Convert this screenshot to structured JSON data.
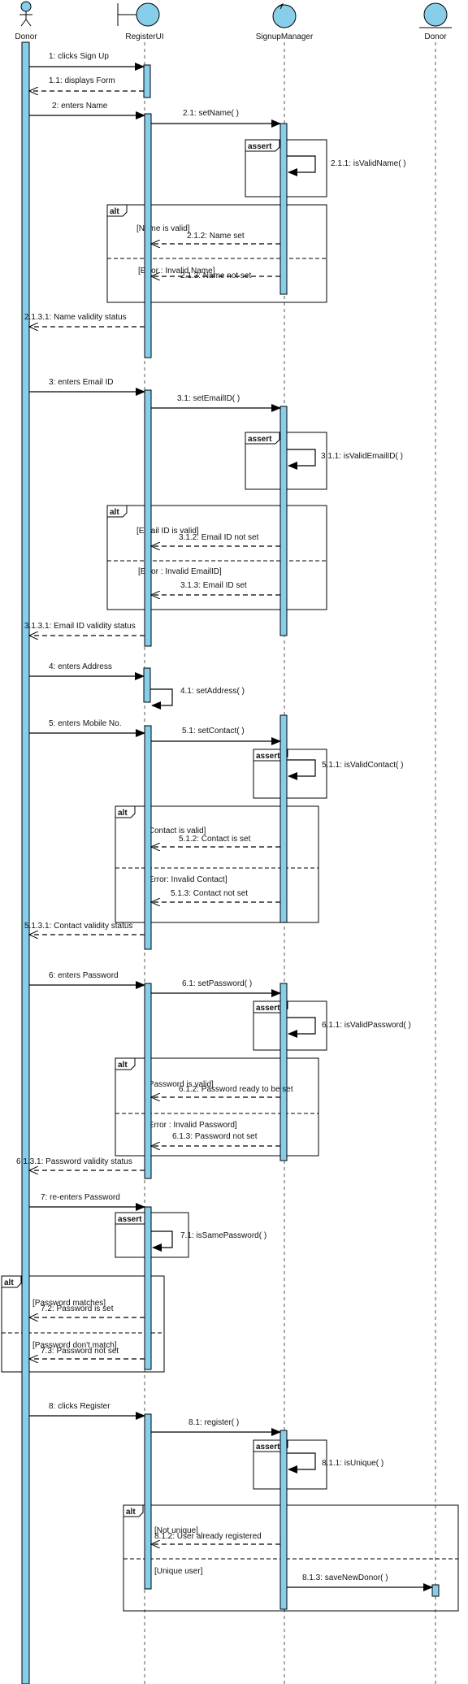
{
  "lifelines": [
    {
      "name": "Donor",
      "kind": "actor"
    },
    {
      "name": "RegisterUI",
      "kind": "boundary"
    },
    {
      "name": "SignupManager",
      "kind": "control"
    },
    {
      "name": "Donor",
      "kind": "entity"
    }
  ],
  "messages": [
    {
      "label": "1: clicks Sign Up",
      "from": 0,
      "to": 1,
      "type": "sync"
    },
    {
      "label": "1.1: displays Form",
      "from": 1,
      "to": 0,
      "type": "return"
    },
    {
      "label": "2: enters Name",
      "from": 0,
      "to": 1,
      "type": "sync"
    },
    {
      "label": "2.1: setName( )",
      "from": 1,
      "to": 2,
      "type": "sync"
    },
    {
      "label": "2.1.1: isValidName( )",
      "from": 2,
      "to": 2,
      "type": "self"
    },
    {
      "label": "2.1.2: Name set",
      "from": 2,
      "to": 1,
      "type": "return"
    },
    {
      "label": "2.1.3: Name not set",
      "from": 2,
      "to": 1,
      "type": "return"
    },
    {
      "label": "2.1.3.1: Name validity status",
      "from": 1,
      "to": 0,
      "type": "return"
    },
    {
      "label": "3: enters Email ID",
      "from": 0,
      "to": 1,
      "type": "sync"
    },
    {
      "label": "3.1: setEmailID( )",
      "from": 1,
      "to": 2,
      "type": "sync"
    },
    {
      "label": "3.1.1: isValidEmailID( )",
      "from": 2,
      "to": 2,
      "type": "self"
    },
    {
      "label": "3.1.2: Email ID not set",
      "from": 2,
      "to": 1,
      "type": "return"
    },
    {
      "label": "3.1.3: Email ID set",
      "from": 2,
      "to": 1,
      "type": "return"
    },
    {
      "label": "3.1.3.1: Email ID validity status",
      "from": 1,
      "to": 0,
      "type": "return"
    },
    {
      "label": "4: enters Address",
      "from": 0,
      "to": 1,
      "type": "sync"
    },
    {
      "label": "4.1: setAddress( )",
      "from": 1,
      "to": 1,
      "type": "self"
    },
    {
      "label": "5: enters Mobile No.",
      "from": 0,
      "to": 1,
      "type": "sync"
    },
    {
      "label": "5.1: setContact( )",
      "from": 1,
      "to": 2,
      "type": "sync"
    },
    {
      "label": "5.1.1: isValidContact( )",
      "from": 2,
      "to": 2,
      "type": "self"
    },
    {
      "label": "5.1.2: Contact is set",
      "from": 2,
      "to": 1,
      "type": "return"
    },
    {
      "label": "5.1.3: Contact not set",
      "from": 2,
      "to": 1,
      "type": "return"
    },
    {
      "label": "5.1.3.1: Contact validity status",
      "from": 1,
      "to": 0,
      "type": "return"
    },
    {
      "label": "6: enters Password",
      "from": 0,
      "to": 1,
      "type": "sync"
    },
    {
      "label": "6.1: setPassword( )",
      "from": 1,
      "to": 2,
      "type": "sync"
    },
    {
      "label": "6.1.1: isValidPassword( )",
      "from": 2,
      "to": 2,
      "type": "self"
    },
    {
      "label": "6.1.2: Password ready to be set",
      "from": 2,
      "to": 1,
      "type": "return"
    },
    {
      "label": "6.1.3: Password not set",
      "from": 2,
      "to": 1,
      "type": "return"
    },
    {
      "label": "6.1.3.1: Password validity status",
      "from": 1,
      "to": 0,
      "type": "return"
    },
    {
      "label": "7: re-enters Password",
      "from": 0,
      "to": 1,
      "type": "sync"
    },
    {
      "label": "7.1: isSamePassword( )",
      "from": 1,
      "to": 1,
      "type": "self"
    },
    {
      "label": "7.2: Password is set",
      "from": 1,
      "to": 0,
      "type": "return"
    },
    {
      "label": "7.3: Password not set",
      "from": 1,
      "to": 0,
      "type": "return"
    },
    {
      "label": "8: clicks Register",
      "from": 0,
      "to": 1,
      "type": "sync"
    },
    {
      "label": "8.1: register( )",
      "from": 1,
      "to": 2,
      "type": "sync"
    },
    {
      "label": "8.1.1: isUnique( )",
      "from": 2,
      "to": 2,
      "type": "self"
    },
    {
      "label": "8.1.2: User already registered",
      "from": 2,
      "to": 1,
      "type": "return"
    },
    {
      "label": "8.1.3: saveNewDonor( )",
      "from": 2,
      "to": 3,
      "type": "sync"
    }
  ],
  "fragments": [
    {
      "operator": "assert",
      "guards": []
    },
    {
      "operator": "alt",
      "guards": [
        "[Name is valid]",
        "[Error : Invalid Name]"
      ]
    },
    {
      "operator": "assert",
      "guards": []
    },
    {
      "operator": "alt",
      "guards": [
        "[Email ID is valid]",
        "[Error : Invalid EmailID]"
      ]
    },
    {
      "operator": "assert",
      "guards": []
    },
    {
      "operator": "alt",
      "guards": [
        "[Contact is valid]",
        "[Error: Invalid Contact]"
      ]
    },
    {
      "operator": "assert",
      "guards": []
    },
    {
      "operator": "alt",
      "guards": [
        "[Password is valid]",
        "[Error : Invalid Password]"
      ]
    },
    {
      "operator": "assert",
      "guards": []
    },
    {
      "operator": "alt",
      "guards": [
        "[Password matches]",
        "[Password don't match]"
      ]
    },
    {
      "operator": "assert",
      "guards": []
    },
    {
      "operator": "alt",
      "guards": [
        "[Not unique]",
        "[Unique user]"
      ]
    }
  ],
  "colors": {
    "activation": "#87CEEB",
    "line": "#000000",
    "lifeline": "#555555"
  }
}
